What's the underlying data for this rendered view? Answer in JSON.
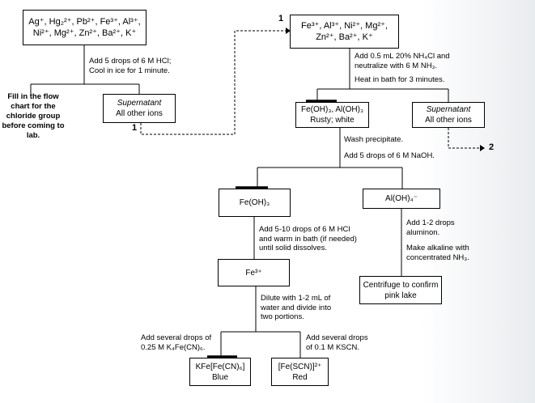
{
  "boxes": {
    "start": {
      "line1": "Ag⁺, Hg₂²⁺, Pb²⁺, Fe³⁺, Al³⁺,",
      "line2": "Ni²⁺, Mg²⁺, Zn²⁺, Ba²⁺, K⁺"
    },
    "supernatant_left": {
      "title": "Supernatant",
      "text": "All other ions"
    },
    "group_ions": {
      "line1": "Fe³⁺, Al³⁺, Ni²⁺, Mg²⁺,",
      "line2": "Zn²⁺, Ba²⁺, K⁺"
    },
    "hydroxides": {
      "line1": "Fe(OH)₃, Al(OH)₃",
      "line2": "Rusty; white"
    },
    "supernatant_right": {
      "title": "Supernatant",
      "text": "All other ions"
    },
    "fe_oh3": {
      "text": "Fe(OH)₃"
    },
    "al_oh4": {
      "text": "Al(OH)₄⁻"
    },
    "fe3": {
      "text": "Fe³⁺"
    },
    "centrifuge": {
      "line1": "Centrifuge to confirm",
      "line2": "pink lake"
    },
    "prussian": {
      "line1": "KFe[Fe(CN)₆]",
      "line2": "Blue"
    },
    "thiocyanate": {
      "line1": "[Fe(SCN)]²⁺",
      "line2": "Red"
    }
  },
  "steps": {
    "add_hcl": {
      "line1": "Add 5 drops of 6 M HCl;",
      "line2": "Cool in ice for 1 minute."
    },
    "add_nh4cl": {
      "line1": "Add 0.5 mL 20% NH₄Cl and",
      "line2": "neutralize with 6 M NH₃.",
      "line3": "Heat in bath for 3 minutes."
    },
    "wash": {
      "line1": "Wash precipitate.",
      "line2": "Add 5 drops of 6 M NaOH."
    },
    "add_hcl_warm": {
      "line1": "Add 5-10 drops of 6 M HCl",
      "line2": "and warm in bath (if needed)",
      "line3": "until solid dissolves."
    },
    "aluminon": {
      "line1": "Add 1-2 drops",
      "line2": "aluminon.",
      "line3": "Make alkaline with",
      "line4": "concentrated NH₃."
    },
    "dilute": {
      "line1": "Dilute with 1-2 mL of",
      "line2": "water and divide into",
      "line3": "two portions."
    },
    "add_kfecn": {
      "line1": "Add several drops of",
      "line2": "0.25 M K₄Fe(CN)₆."
    },
    "add_kscn": {
      "line1": "Add several drops",
      "line2": "of 0.1 M KSCN."
    }
  },
  "note": {
    "line1": "Fill in the flow",
    "line2": "chart for the",
    "line3": "chloride group",
    "line4": "before coming to",
    "line5": "lab."
  },
  "connectors": {
    "label_1a": "1",
    "label_1b": "1",
    "label_2": "2"
  }
}
